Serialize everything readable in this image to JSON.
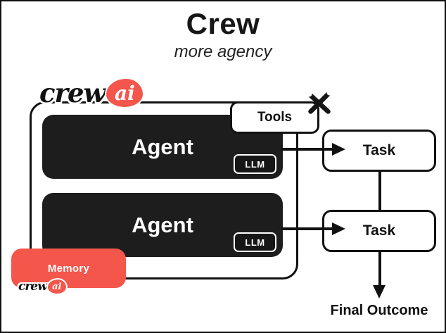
{
  "title": "Crew",
  "subtitle": "more agency",
  "logo": {
    "part1": "crew",
    "part2": "ai"
  },
  "footer_logo": {
    "part1": "crew",
    "part2": "ai"
  },
  "tools": {
    "label": "Tools",
    "icon": "crossed-wrenches-icon"
  },
  "agents": [
    {
      "label": "Agent",
      "llm_label": "LLM"
    },
    {
      "label": "Agent",
      "llm_label": "LLM"
    }
  ],
  "tasks": [
    {
      "label": "Task"
    },
    {
      "label": "Task"
    }
  ],
  "memory": {
    "label": "Memory"
  },
  "final_outcome_label": "Final Outcome",
  "colors": {
    "accent_red": "#F4564B",
    "box_black": "#1D1D1D",
    "line_black": "#111111"
  }
}
